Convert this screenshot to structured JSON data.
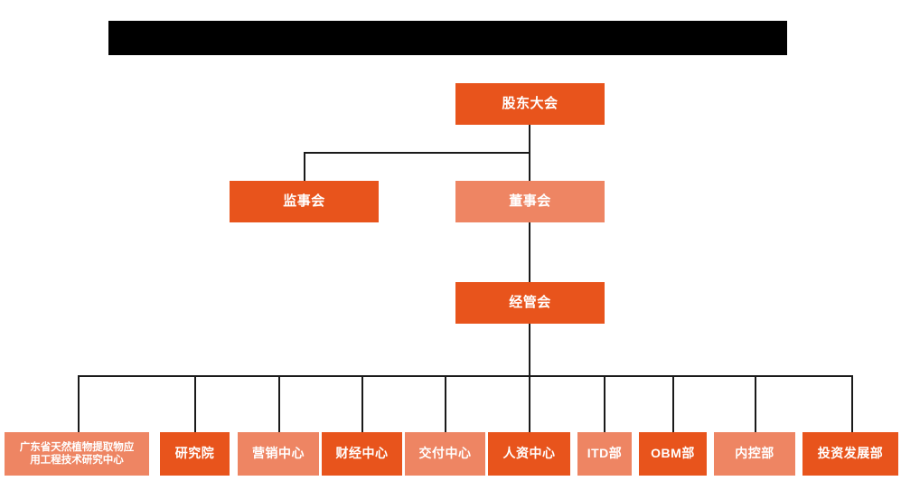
{
  "page": {
    "title_bar": {
      "name": "redacted-title-bar",
      "text": ""
    },
    "background_color": "#ffffff",
    "connector_color": "#1a1a1a"
  },
  "palette": {
    "dark_orange": "#E8541C",
    "light_salmon": "#EE8563",
    "redaction": "#000000",
    "text": "#ffffff"
  },
  "chart_data": {
    "type": "diagram",
    "diagram_type": "org-chart",
    "title": "",
    "levels": [
      {
        "level": 1,
        "nodes": [
          {
            "id": "shareholders",
            "label": "股东大会",
            "fill": "dark"
          }
        ]
      },
      {
        "level": 2,
        "nodes": [
          {
            "id": "supervisors",
            "label": "监事会",
            "fill": "dark"
          },
          {
            "id": "directors",
            "label": "董事会",
            "fill": "light"
          }
        ]
      },
      {
        "level": 3,
        "nodes": [
          {
            "id": "management",
            "label": "经管会",
            "fill": "dark"
          }
        ]
      },
      {
        "level": 4,
        "nodes": [
          {
            "id": "research-center",
            "label": "广东省天然植物提取物应用工程技术研究中心",
            "fill": "light"
          },
          {
            "id": "research-institute",
            "label": "研究院",
            "fill": "dark"
          },
          {
            "id": "marketing-center",
            "label": "营销中心",
            "fill": "light"
          },
          {
            "id": "finance-center",
            "label": "财经中心",
            "fill": "dark"
          },
          {
            "id": "delivery-center",
            "label": "交付中心",
            "fill": "light"
          },
          {
            "id": "hr-center",
            "label": "人资中心",
            "fill": "dark"
          },
          {
            "id": "itd-dept",
            "label": "ITD部",
            "fill": "light"
          },
          {
            "id": "obm-dept",
            "label": "OBM部",
            "fill": "dark"
          },
          {
            "id": "internal-control-dept",
            "label": "内控部",
            "fill": "light"
          },
          {
            "id": "investment-dev-dept",
            "label": "投资发展部",
            "fill": "dark"
          }
        ]
      }
    ],
    "edges": [
      {
        "from": "shareholders",
        "to": "supervisors"
      },
      {
        "from": "shareholders",
        "to": "directors"
      },
      {
        "from": "directors",
        "to": "management"
      },
      {
        "from": "management",
        "to": "research-center"
      },
      {
        "from": "management",
        "to": "research-institute"
      },
      {
        "from": "management",
        "to": "marketing-center"
      },
      {
        "from": "management",
        "to": "finance-center"
      },
      {
        "from": "management",
        "to": "delivery-center"
      },
      {
        "from": "management",
        "to": "hr-center"
      },
      {
        "from": "management",
        "to": "itd-dept"
      },
      {
        "from": "management",
        "to": "obm-dept"
      },
      {
        "from": "management",
        "to": "internal-control-dept"
      },
      {
        "from": "management",
        "to": "investment-dev-dept"
      }
    ]
  },
  "nodes": {
    "shareholders": {
      "label": "股东大会"
    },
    "supervisors": {
      "label": "监事会"
    },
    "directors": {
      "label": "董事会"
    },
    "management": {
      "label": "经管会"
    },
    "research_center_line1": {
      "label": "广东省天然植物提取物应"
    },
    "research_center_line2": {
      "label": "用工程技术研究中心"
    },
    "research_institute": {
      "label": "研究院"
    },
    "marketing_center": {
      "label": "营销中心"
    },
    "finance_center": {
      "label": "财经中心"
    },
    "delivery_center": {
      "label": "交付中心"
    },
    "hr_center": {
      "label": "人资中心"
    },
    "itd_dept": {
      "label": "ITD部"
    },
    "obm_dept": {
      "label": "OBM部"
    },
    "internal_control_dept": {
      "label": "内控部"
    },
    "investment_dev_dept": {
      "label": "投资发展部"
    }
  }
}
